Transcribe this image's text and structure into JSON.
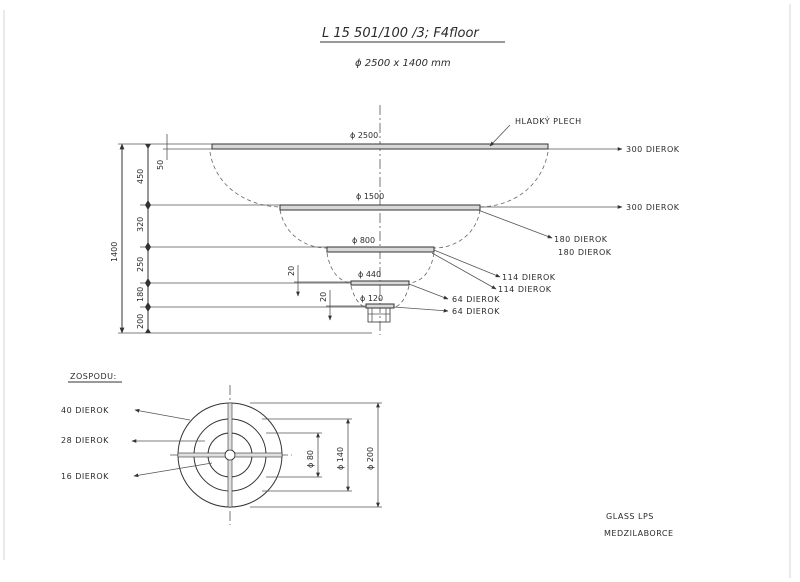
{
  "header": {
    "title": "L 15 501/100 /3; F4floor",
    "size": "ϕ 2500 x 1400 mm"
  },
  "elevation": {
    "diameters": [
      "ϕ 2500",
      "ϕ 1500",
      "ϕ 800",
      "ϕ 440",
      "ϕ 120"
    ],
    "sheet_label": "HLADKÝ PLECH",
    "holes": [
      "300 DIEROK",
      "300 DIEROK",
      "180 DIEROK",
      "180 DIEROK",
      "114 DIEROK",
      "114 DIEROK",
      "64 DIEROK",
      "64 DIEROK"
    ],
    "heights": [
      "450",
      "320",
      "250",
      "180",
      "200"
    ],
    "total_height": "1400",
    "small_dims": [
      "50",
      "20",
      "20"
    ]
  },
  "bottom_view": {
    "label": "ZOSPODU:",
    "holes": [
      "40 DIEROK",
      "28 DIEROK",
      "16 DIEROK"
    ],
    "diameters": [
      "ϕ 80",
      "ϕ 140",
      "ϕ 200"
    ]
  },
  "signature": {
    "line1": "GLASS LPS",
    "line2": "MEDZILABORCE"
  }
}
